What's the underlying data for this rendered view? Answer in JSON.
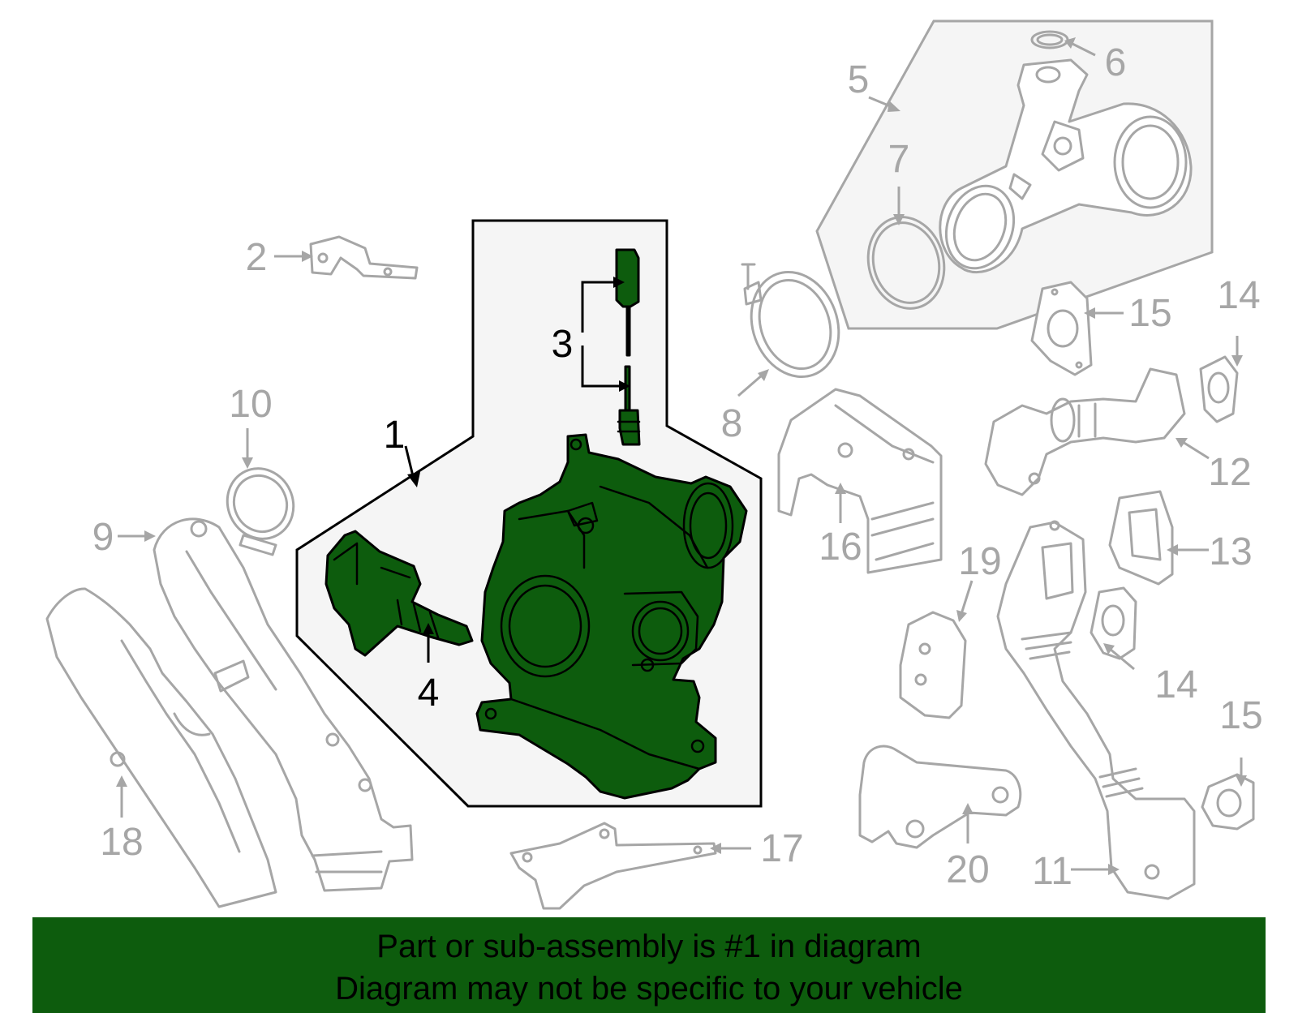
{
  "callouts": {
    "c1": "1",
    "c2": "2",
    "c3": "3",
    "c4": "4",
    "c5": "5",
    "c6": "6",
    "c7": "7",
    "c8": "8",
    "c9": "9",
    "c10": "10",
    "c11": "11",
    "c12": "12",
    "c13": "13",
    "c14a": "14",
    "c14b": "14",
    "c15a": "15",
    "c15b": "15",
    "c16": "16",
    "c17": "17",
    "c18": "18",
    "c19": "19",
    "c20": "20"
  },
  "banner": {
    "line1": "Part or sub-assembly is #1 in diagram",
    "line2": "Diagram may not be specific to your vehicle"
  },
  "colors": {
    "highlight": "#0d5c0d",
    "ghost": "#a6a6a6",
    "panel": "#f5f5f5"
  }
}
